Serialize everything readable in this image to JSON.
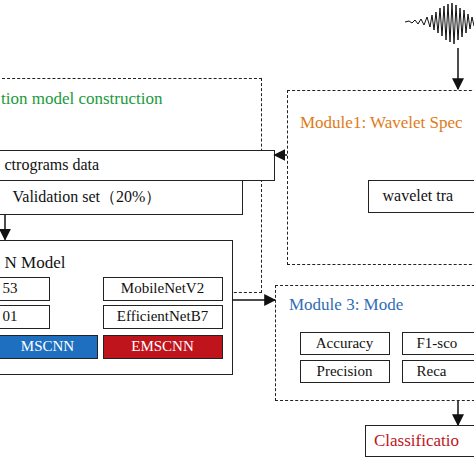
{
  "diagram": {
    "nodes": [
      {
        "text": [
          "tion model construction"
        ]
      },
      {
        "text": [
          "ctrograms data"
        ],
        "in": 0
      },
      {
        "text": [
          "Validation set（20%）"
        ],
        "in": 0
      },
      {
        "text": [
          "N Model"
        ],
        "in": 0
      },
      {
        "text": [
          "53"
        ],
        "in": 3
      },
      {
        "text": [
          "MobileNetV2"
        ],
        "in": 3
      },
      {
        "text": [
          "01"
        ],
        "in": 3
      },
      {
        "text": [
          "EfficientNetB7"
        ],
        "in": 3
      },
      {
        "text": [
          "MSCNN"
        ],
        "in": 3
      },
      {
        "text": [
          "EMSCNN"
        ],
        "in": 3
      },
      {
        "text": [
          "Module1: Wavelet Spec"
        ]
      },
      {
        "text": [
          "wavelet tra"
        ],
        "in": 10
      },
      {
        "text": [
          "Module 3: Mode"
        ]
      },
      {
        "text": [
          "Accuracy"
        ],
        "in": 12
      },
      {
        "text": [
          "F1-sco"
        ],
        "in": 12
      },
      {
        "text": [
          "Precision"
        ],
        "in": 12
      },
      {
        "text": [
          "Reca"
        ],
        "in": 12
      },
      {
        "text": [
          "Classificatio"
        ]
      }
    ],
    "edges": [
      {
        "from": 10,
        "to": 1,
        "arrow": "to"
      },
      {
        "from": 2,
        "to": 3,
        "arrow": "to"
      },
      {
        "from": 3,
        "to": 12,
        "arrow": "to"
      },
      {
        "from": 12,
        "to": 17,
        "arrow": "to"
      }
    ]
  }
}
